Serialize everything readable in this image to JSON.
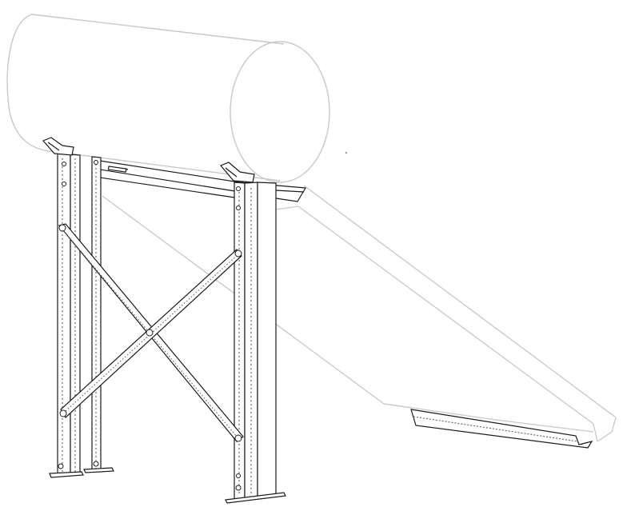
{
  "drawing": {
    "line_color": "#1a1a1a",
    "ghost_color": "#c8c8c8",
    "hatch_color": "#6a6a6a",
    "background": "#ffffff",
    "parts": [
      "tank-cylinder",
      "solar-collector-panel",
      "support-frame",
      "cross-brace",
      "bottom-rail",
      "tank-saddle-bracket",
      "foot-plate",
      "bolt"
    ]
  }
}
